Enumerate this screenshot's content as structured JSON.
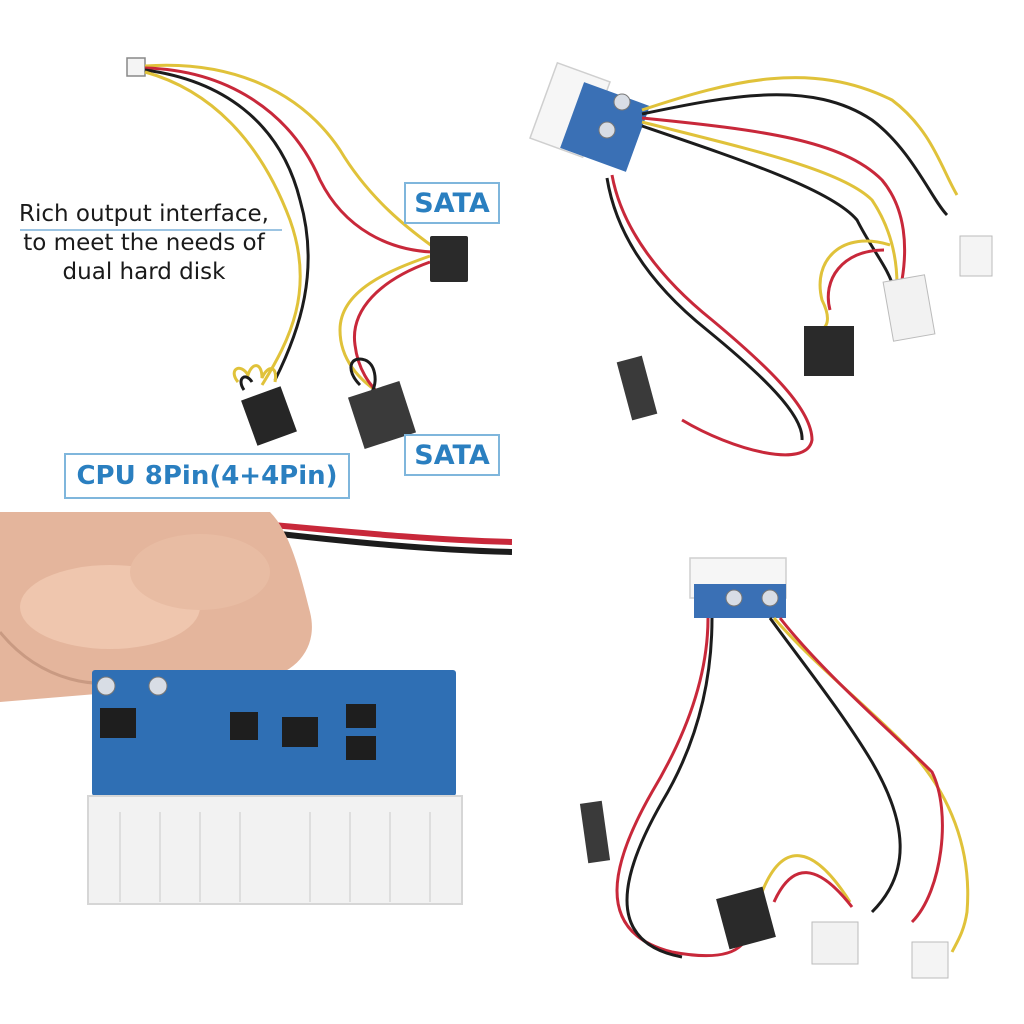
{
  "panel_top_left": {
    "caption_lines": [
      "Rich output interface,",
      "to meet the needs of",
      "dual hard disk"
    ],
    "label_sata_top": "SATA",
    "label_sata_bottom": "SATA",
    "label_cpu": "CPU 8Pin(4+4Pin)"
  },
  "colors": {
    "wire_yellow": "#e0c23a",
    "wire_red": "#c8283a",
    "wire_black": "#1c1c1c",
    "label_text": "#2a7fc0",
    "label_border": "#7fb6dc",
    "pcb_blue": "#2f6fb4"
  }
}
